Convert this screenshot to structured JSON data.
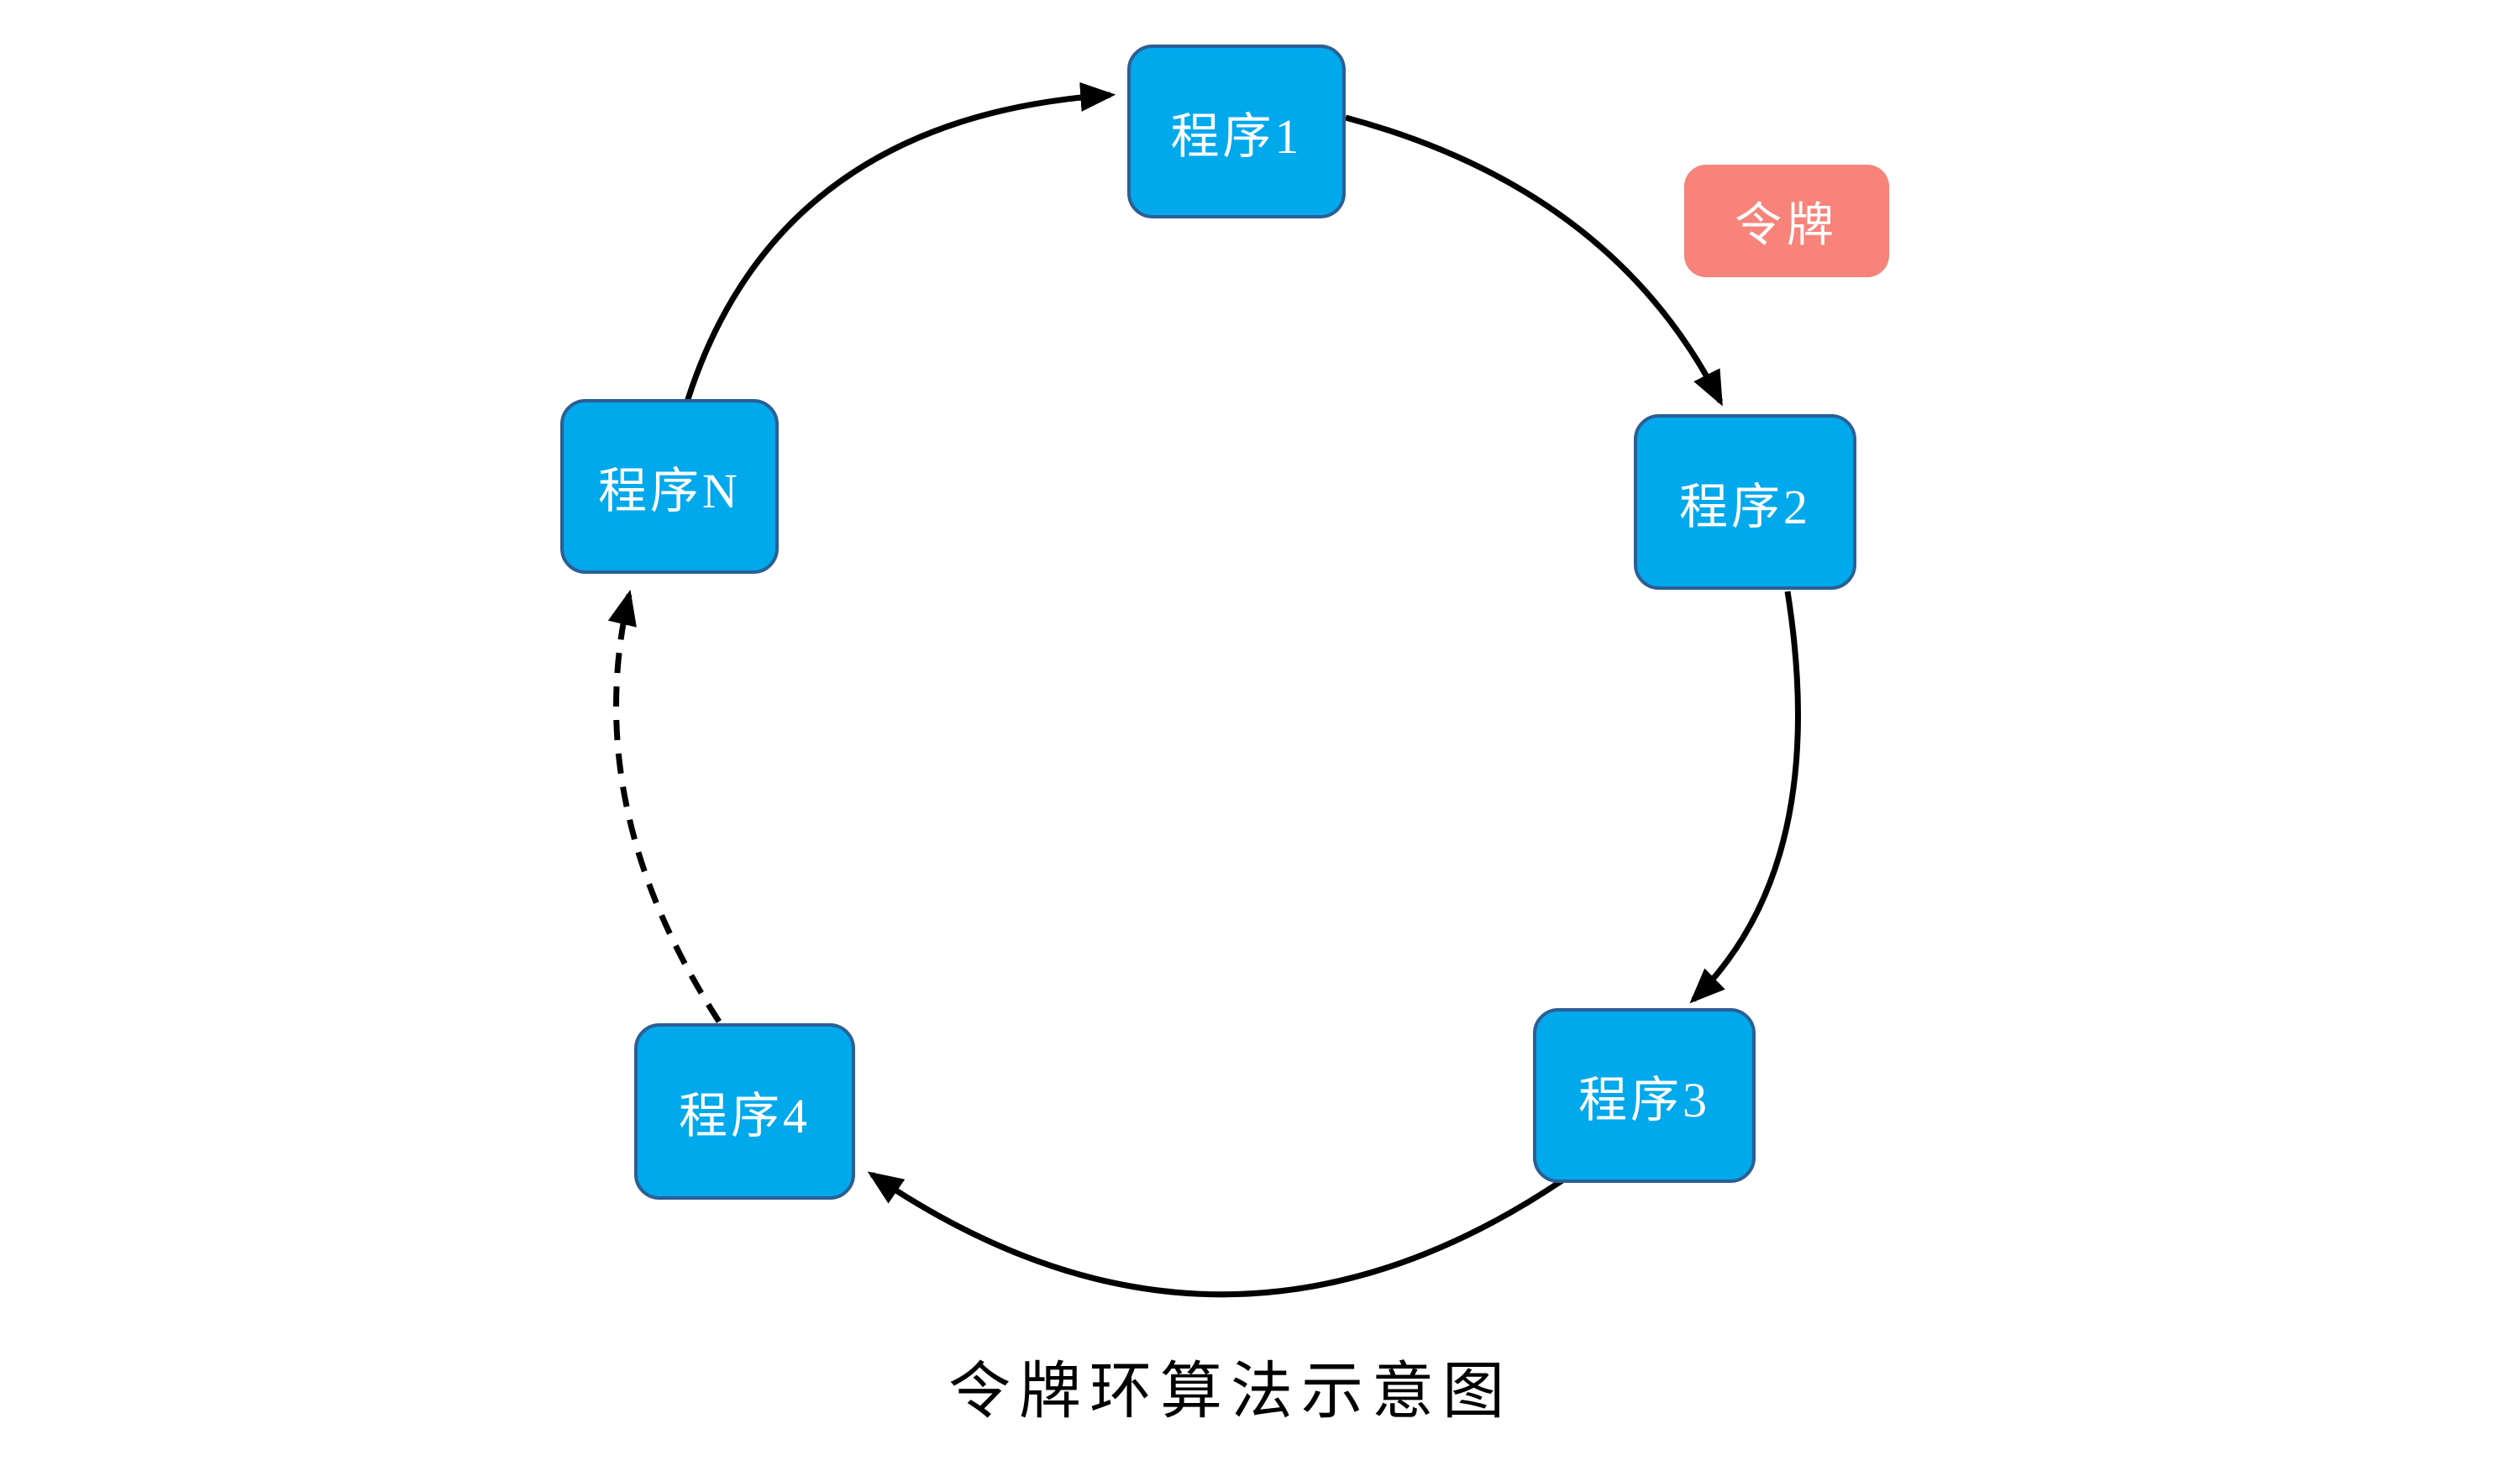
{
  "diagram": {
    "title": "令牌环算法示意图",
    "token": {
      "label": "令牌",
      "fill_color": "#F7837B",
      "text_color": "#ffffff"
    },
    "node_style": {
      "fill_color": "#00A8EC",
      "border_color": "#2B5F94",
      "text_color": "#ffffff"
    },
    "arrow_color": "#000000",
    "nodes": [
      {
        "id": "p1",
        "label": "程序1"
      },
      {
        "id": "p2",
        "label": "程序2"
      },
      {
        "id": "p3",
        "label": "程序3"
      },
      {
        "id": "p4",
        "label": "程序4"
      },
      {
        "id": "pN",
        "label": "程序N"
      }
    ],
    "edges": [
      {
        "from": "程序N",
        "to": "程序1",
        "style": "solid"
      },
      {
        "from": "程序1",
        "to": "程序2",
        "style": "solid"
      },
      {
        "from": "程序2",
        "to": "程序3",
        "style": "solid"
      },
      {
        "from": "程序3",
        "to": "程序4",
        "style": "solid"
      },
      {
        "from": "程序4",
        "to": "程序N",
        "style": "dashed"
      }
    ]
  }
}
